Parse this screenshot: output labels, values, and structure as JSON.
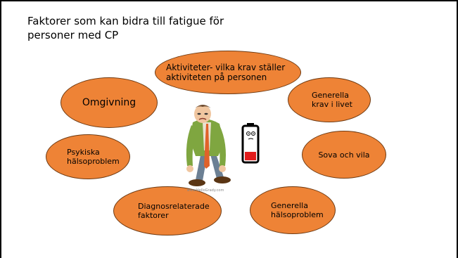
{
  "slide": {
    "title": "Faktorer som kan bidra till fatigue för personer med CP"
  },
  "factors": [
    {
      "label": "Aktiviteter- vilka krav ställer aktiviteten på personen"
    },
    {
      "label": "Omgivning"
    },
    {
      "label": "Generella krav i livet"
    },
    {
      "label": "Psykiska hälsoproblem"
    },
    {
      "label": "Sova och vila"
    },
    {
      "label": "Diagnosrelaterade faktorer"
    },
    {
      "label": "Generella hälsoproblem"
    }
  ],
  "center": {
    "figure_icon": "tired-person-icon",
    "battery_icon": "low-battery-icon",
    "watermark": "www.HelloGrady.com"
  },
  "colors": {
    "oval_fill": "#ee8336",
    "oval_border": "#6e3a12",
    "battery_level": "#e11b1b"
  },
  "battery_level": 0.25
}
